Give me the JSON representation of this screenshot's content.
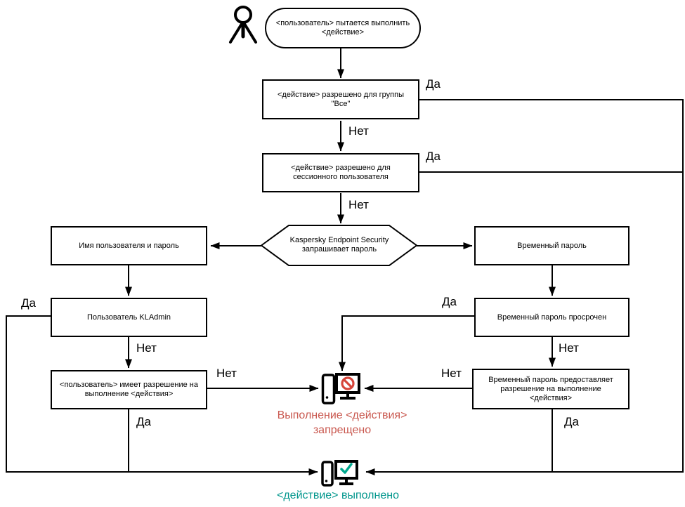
{
  "diagram": {
    "labels": {
      "yes": "Да",
      "no": "Нет"
    },
    "nodes": {
      "start": "<пользователь> пытается выполнить <действие>",
      "allowed_all": "<действие> разрешено для группы \"Все\"",
      "allowed_session": "<действие> разрешено для сессионного пользователя",
      "kes_prompt": "Kaspersky Endpoint Security запрашивает пароль",
      "username_password": "Имя пользователя и пароль",
      "temp_password": "Временный пароль",
      "kladmin": "Пользователь KLAdmin",
      "temp_expired": "Временный пароль просрочен",
      "user_permission": "<пользователь> имеет разрешение на выполнение <действия>",
      "temp_grants": "Временный пароль предоставляет разрешение на выполнение <действия>"
    },
    "outcomes": {
      "denied_line1": "Выполнение <действия>",
      "denied_line2": "запрещено",
      "done": "<действие> выполнено"
    },
    "colors": {
      "line": "#000000",
      "denied_text": "#c9584f",
      "denied_sign": "#d6453a",
      "done_text": "#00968c",
      "done_check": "#00a88e"
    }
  }
}
